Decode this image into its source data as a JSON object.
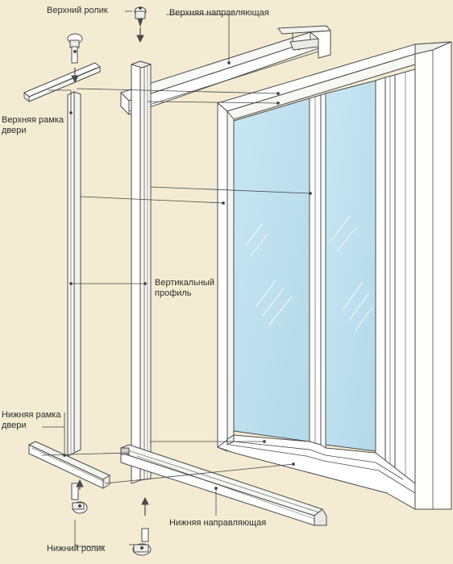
{
  "labels": {
    "top_roller": "Верхний ролик",
    "top_guide": "Верхняя направляющая",
    "top_door_frame": "Верхняя рамка\nдвери",
    "vertical_profile": "Вертикальный\nпрофиль",
    "bottom_door_frame": "Нижняя рамка\nдвери",
    "bottom_guide": "Нижняя направляющая",
    "bottom_roller": "Нижний ролик"
  },
  "colors": {
    "background": "#f3ecd3",
    "profile_fill": "#ffffff",
    "outline": "#4a4a4a",
    "glass": "#bfe0ee",
    "leader_line": "#444444",
    "shadow": "#e3e0d2"
  }
}
